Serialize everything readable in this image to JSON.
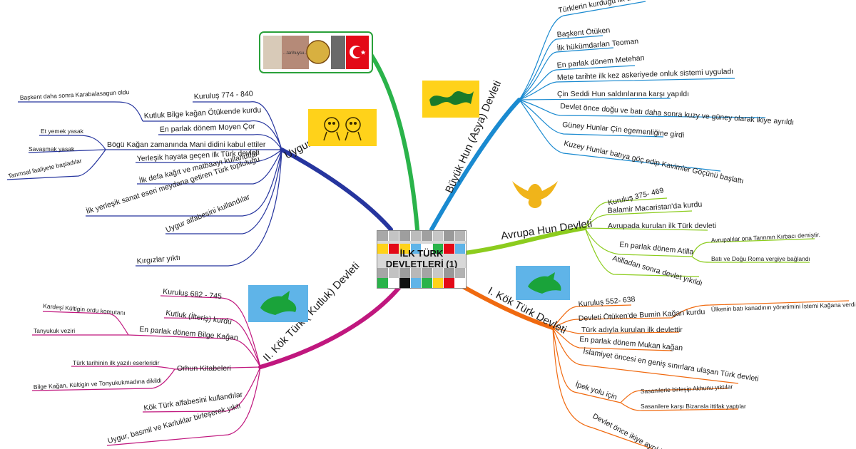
{
  "center": {
    "title_line1": "İLK TÜRK",
    "title_line2": "DEVLETLERİ (1)"
  },
  "branches": {
    "uygurlar": {
      "label": "Uygurlar",
      "color": "#26359e",
      "items": [
        "Kuruluş 774 - 840",
        "Kutluk Bilge kağan Ötükende kurdu",
        "En parlak dönem Moyen Çor",
        "Bögü Kağan zamanında Mani didini kabul ettiler",
        "Yerleşik hayata geçen ilk Türk devleti",
        "İlk defa kağıt ve matbaayı kullandılar",
        "İlk yerleşik sanat eseri meydana getiren Türk topluluğu",
        "Uygur alfabesini kullandılar",
        "Kırgızlar yıktı"
      ],
      "sub_kutluk": [
        "Başkent daha sonra Karabalasagun oldu"
      ],
      "sub_bogu": [
        "Et yemek yasak",
        "Savaşmak yasak",
        "Tarımsal faaliyete başladılar"
      ]
    },
    "buyuk_hun": {
      "label": "Büyük Hun (Asya) Devleti",
      "color": "#1a8ad0",
      "items": [
        "Türklerin kurduğu ilk devlet",
        "Başkent Ötüken",
        "İlk hükümdarları Teoman",
        "En parlak dönem Metehan",
        "Mete tarihte ilk kez askeriyede onluk sistemi uyguladı",
        "Çin Seddi Hun saldırılarına karşı yapıldı",
        "Devlet önce doğu ve batı daha sonra kuzy ve güney olarak ikiye ayrıldı",
        "Güney Hunlar Çin egemenliğine girdi",
        "Kuzey Hunlar batıya göç edip Kavimler Göçünü başlattı"
      ]
    },
    "avrupa_hun": {
      "label": "Avrupa Hun Devleti",
      "color": "#8ccc1e",
      "items": [
        "Kuruluş 375- 469",
        "Balamir Macaristan'da kurdu",
        "Avrupada kurulan ilk Türk devleti",
        "En parlak dönem Atilla",
        "Atilladan sonra devlet yıkıldı"
      ],
      "sub_atilla": [
        "Avrupalılar ona Tanrının Kırbacı demiştir.",
        "Batı ve Doğu Roma vergiye bağlandı"
      ]
    },
    "gokturk1": {
      "label": "I. Kök Türk Devleti",
      "color": "#f06a10",
      "items": [
        "Kuruluş 552- 638",
        "Devleti Ötüken'de Bumin Kağan kurdu",
        "Türk adıyla kurulan ilk devlettir",
        "En parlak dönem Mukan kağan",
        "İslamiyet öncesi en geniş sınırlara ulaşan Türk devleti",
        "İpek yolu için",
        "Devlet önce ikiye ayrıldı"
      ],
      "sub_bumin": [
        "Ülkenin batı kanadının yönetimini İstemi Kağana verdi"
      ],
      "sub_ipek": [
        "Sasanilerle birleşip Akhunu yıktılar",
        "Sasanilere karşı Bizansla ittifak yaptılar"
      ]
    },
    "gokturk2": {
      "label": "II. Kök Türk ( Kutluk) Devleti",
      "color": "#c0177e",
      "items": [
        "Kuruluş 682 - 745",
        "Kutluk (İlteriş) kurdu",
        "En parlak dönem Bilge Kağan",
        "Orhun Kitabeleri",
        "Kök Türk alfabesini kullandılar",
        "Uygur, basmil ve Karluklar birleşerek yıktı"
      ],
      "sub_bilge": [
        "Kardeşi Kültigin ordu komutanı",
        "Tanyukuk veziri"
      ],
      "sub_orhun": [
        "Türk tarihinin ilk yazılı eserleridir",
        "Bilge Kağan, Kültigin ve Tonyukukmadına dikildi"
      ]
    }
  },
  "image_box": {
    "caption": "...tarihuysu..."
  },
  "colors": {
    "image_border": "#2aa13a",
    "flag_yellow": "#ffd21a",
    "flag_blue": "#5fb4e8",
    "emblem_green": "#1aa33a"
  }
}
